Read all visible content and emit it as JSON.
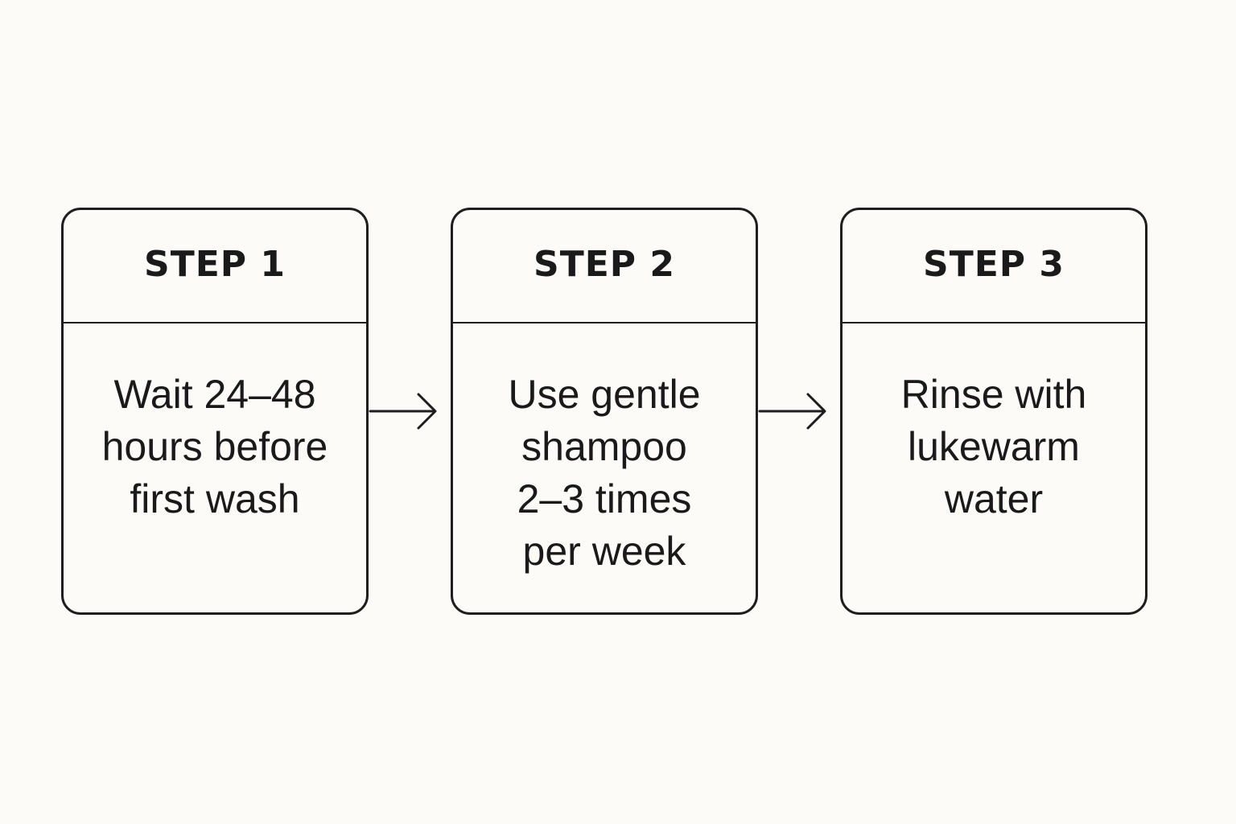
{
  "steps": [
    {
      "title": "STEP 1",
      "text": "Wait 24–48\nhours before\nfirst wash"
    },
    {
      "title": "STEP 2",
      "text": "Use gentle\nshampoo\n2–3 times\nper week"
    },
    {
      "title": "STEP 3",
      "text": "Rinse with\nlukewarm\nwater"
    }
  ],
  "colors": {
    "background": "#fcfbf8",
    "stroke": "#1e1e1e"
  },
  "icons": [
    "right-arrow-icon",
    "right-arrow-icon"
  ]
}
